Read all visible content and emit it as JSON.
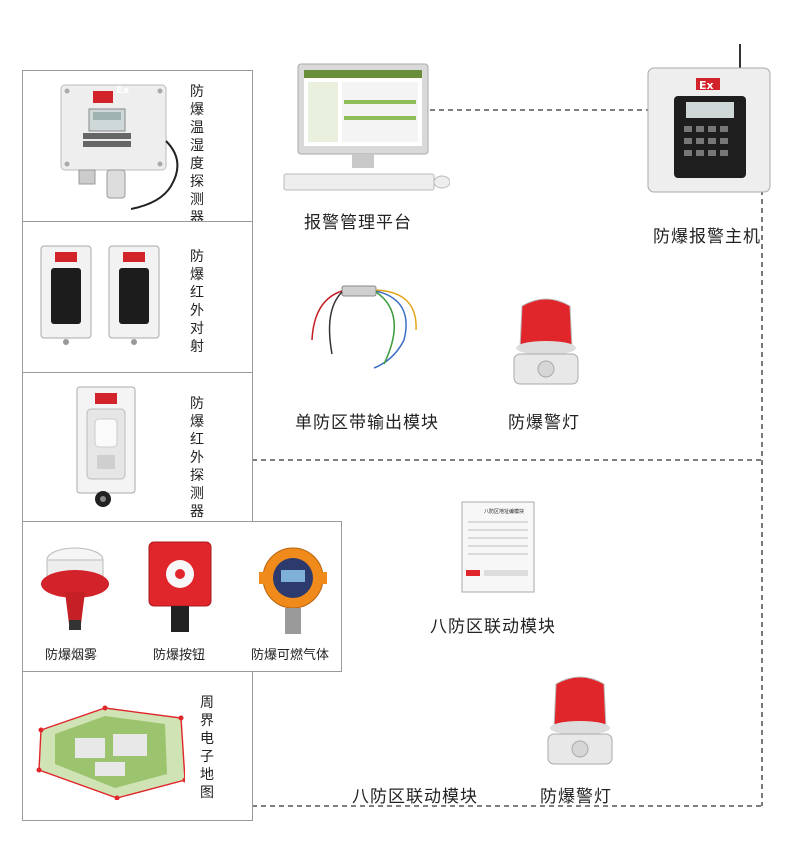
{
  "left_panels": [
    {
      "label": "防爆温湿度探测器"
    },
    {
      "label": "防爆红外对射"
    },
    {
      "label": "防爆红外探测器"
    },
    {
      "items": [
        "防爆烟雾",
        "防爆按钮",
        "防爆可燃气体"
      ]
    },
    {
      "label": "周界电子地图"
    }
  ],
  "devices": {
    "platform": "报警管理平台",
    "host": "防爆报警主机",
    "single_module": "单防区带输出模块",
    "alarm_light_1": "防爆警灯",
    "eight_module_1": "八防区联动模块",
    "eight_module_2": "八防区联动模块",
    "alarm_light_2": "防爆警灯"
  },
  "ex_mark": "Ex",
  "module_panel_title": "八防区地址编模块",
  "colors": {
    "line": "#333333",
    "border": "#9a9a9a",
    "alarm_red": "#e1262b",
    "ex_red": "#d3232a",
    "gas_orange": "#f08a1a"
  }
}
